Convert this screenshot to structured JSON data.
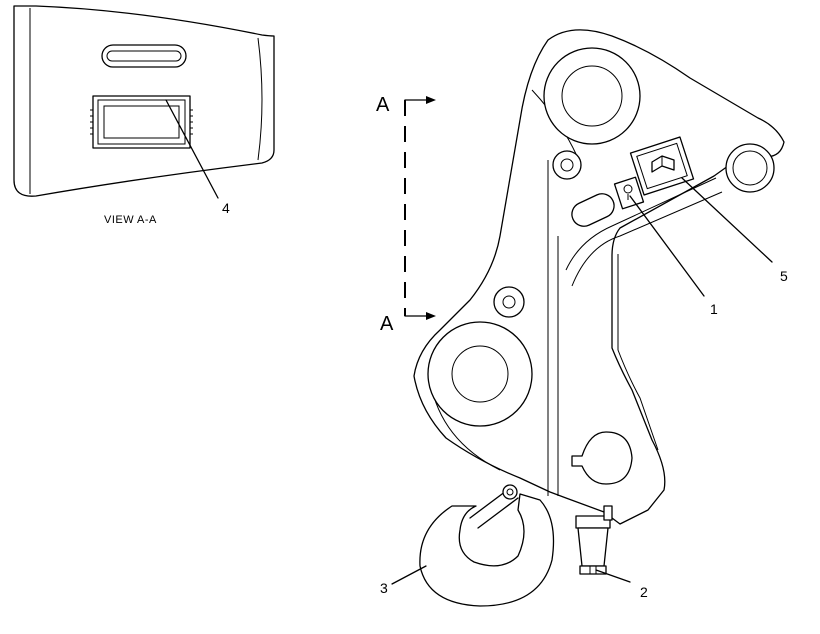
{
  "diagram": {
    "view_caption": "VIEW A-A",
    "section_marker_top": "A",
    "section_marker_bottom": "A",
    "callouts": {
      "c1": "1",
      "c2": "2",
      "c3": "3",
      "c4": "4",
      "c5": "5"
    }
  }
}
